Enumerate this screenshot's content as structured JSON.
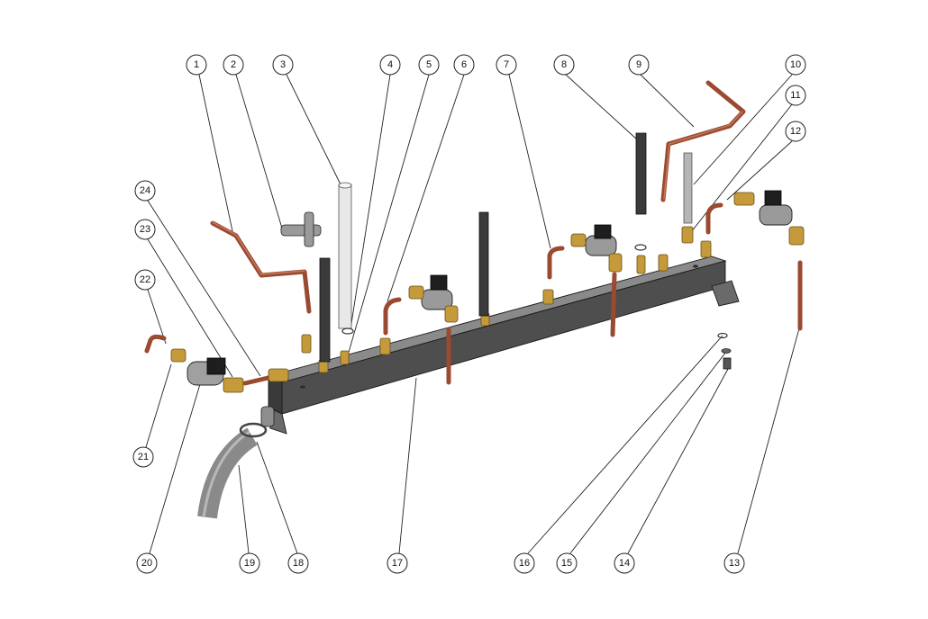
{
  "diagram": {
    "type": "exploded-parts-view",
    "callouts": [
      {
        "id": "c1",
        "label": "1"
      },
      {
        "id": "c2",
        "label": "2"
      },
      {
        "id": "c3",
        "label": "3"
      },
      {
        "id": "c4",
        "label": "4"
      },
      {
        "id": "c5",
        "label": "5"
      },
      {
        "id": "c6",
        "label": "6"
      },
      {
        "id": "c7",
        "label": "7"
      },
      {
        "id": "c8",
        "label": "8"
      },
      {
        "id": "c9",
        "label": "9"
      },
      {
        "id": "c10",
        "label": "10"
      },
      {
        "id": "c11",
        "label": "11"
      },
      {
        "id": "c12",
        "label": "12"
      },
      {
        "id": "c13",
        "label": "13"
      },
      {
        "id": "c14",
        "label": "14"
      },
      {
        "id": "c15",
        "label": "15"
      },
      {
        "id": "c16",
        "label": "16"
      },
      {
        "id": "c17",
        "label": "17"
      },
      {
        "id": "c18",
        "label": "18"
      },
      {
        "id": "c19",
        "label": "19"
      },
      {
        "id": "c20",
        "label": "20"
      },
      {
        "id": "c21",
        "label": "21"
      },
      {
        "id": "c22",
        "label": "22"
      },
      {
        "id": "c23",
        "label": "23"
      },
      {
        "id": "c24",
        "label": "24"
      }
    ],
    "colors": {
      "manifold": "#5a5a5a",
      "copper": "#9a4a30",
      "brass": "#c59a3a",
      "hose": "#8a8a8a",
      "black_pipe": "#2e2e2e",
      "white_pipe": "#e6e6e6"
    }
  }
}
